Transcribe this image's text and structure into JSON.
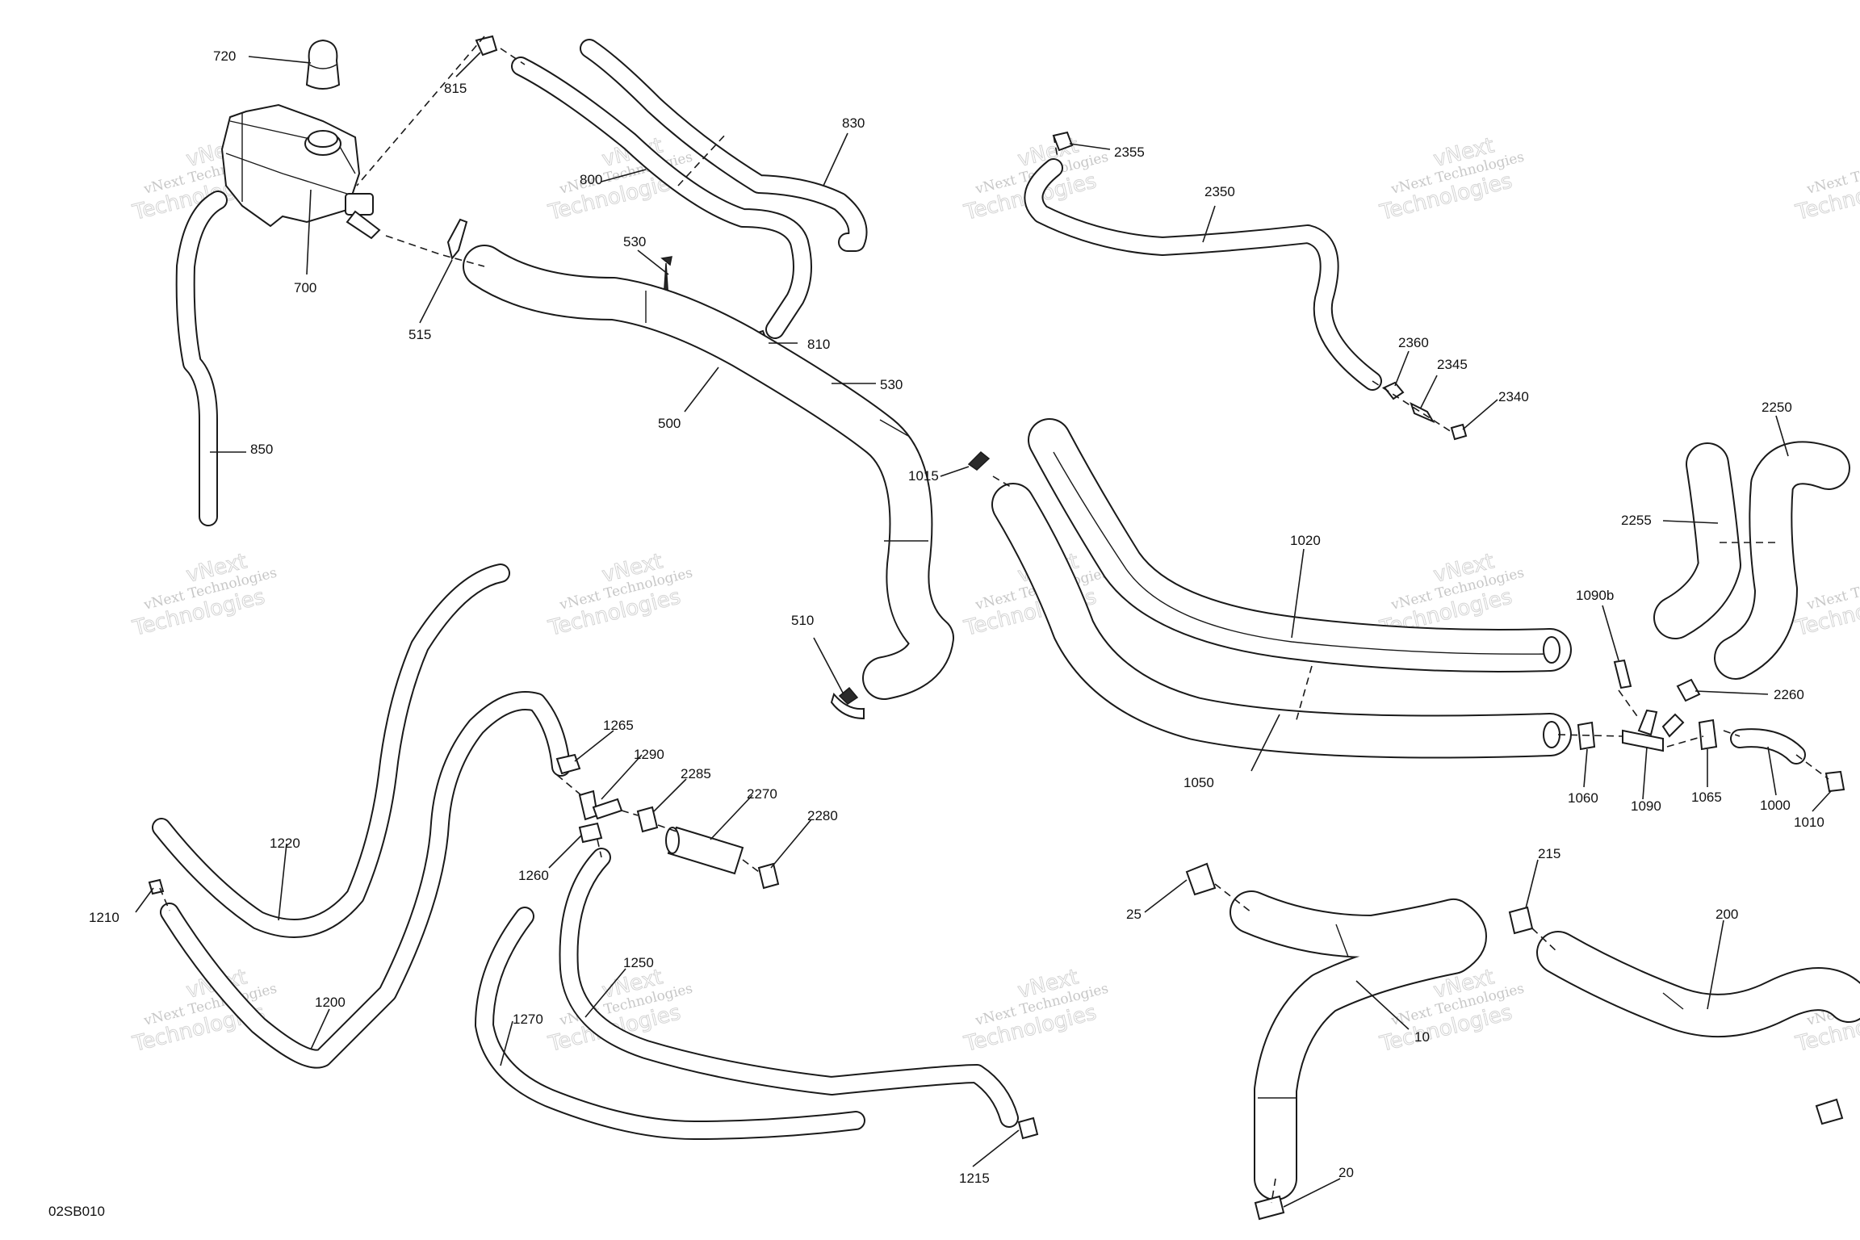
{
  "drawing": {
    "id": "02SB010",
    "watermark_line1": "vNext Technologies",
    "watermark_line2": "Technologies",
    "watermark_line3": "vNext"
  },
  "callouts": {
    "c720": "720",
    "c815": "815",
    "c830": "830",
    "c800": "800",
    "c700": "700",
    "c515": "515",
    "c530a": "530",
    "c530b": "530",
    "c810": "810",
    "c500": "500",
    "c850": "850",
    "c510": "510",
    "c1015": "1015",
    "c2355": "2355",
    "c2350": "2350",
    "c2360": "2360",
    "c2345": "2345",
    "c2340": "2340",
    "c2250": "2250",
    "c2255": "2255",
    "c1020": "1020",
    "c1090b": "1090b",
    "c2260": "2260",
    "c1050": "1050",
    "c1060": "1060",
    "c1090": "1090",
    "c1065": "1065",
    "c1000": "1000",
    "c1010": "1010",
    "c1265": "1265",
    "c1290": "1290",
    "c2285": "2285",
    "c2270": "2270",
    "c2280": "2280",
    "c1220": "1220",
    "c1260": "1260",
    "c1210": "1210",
    "c1250": "1250",
    "c1200": "1200",
    "c1270": "1270",
    "c1215": "1215",
    "c25": "25",
    "c215": "215",
    "c200": "200",
    "c10": "10",
    "c20": "20"
  }
}
